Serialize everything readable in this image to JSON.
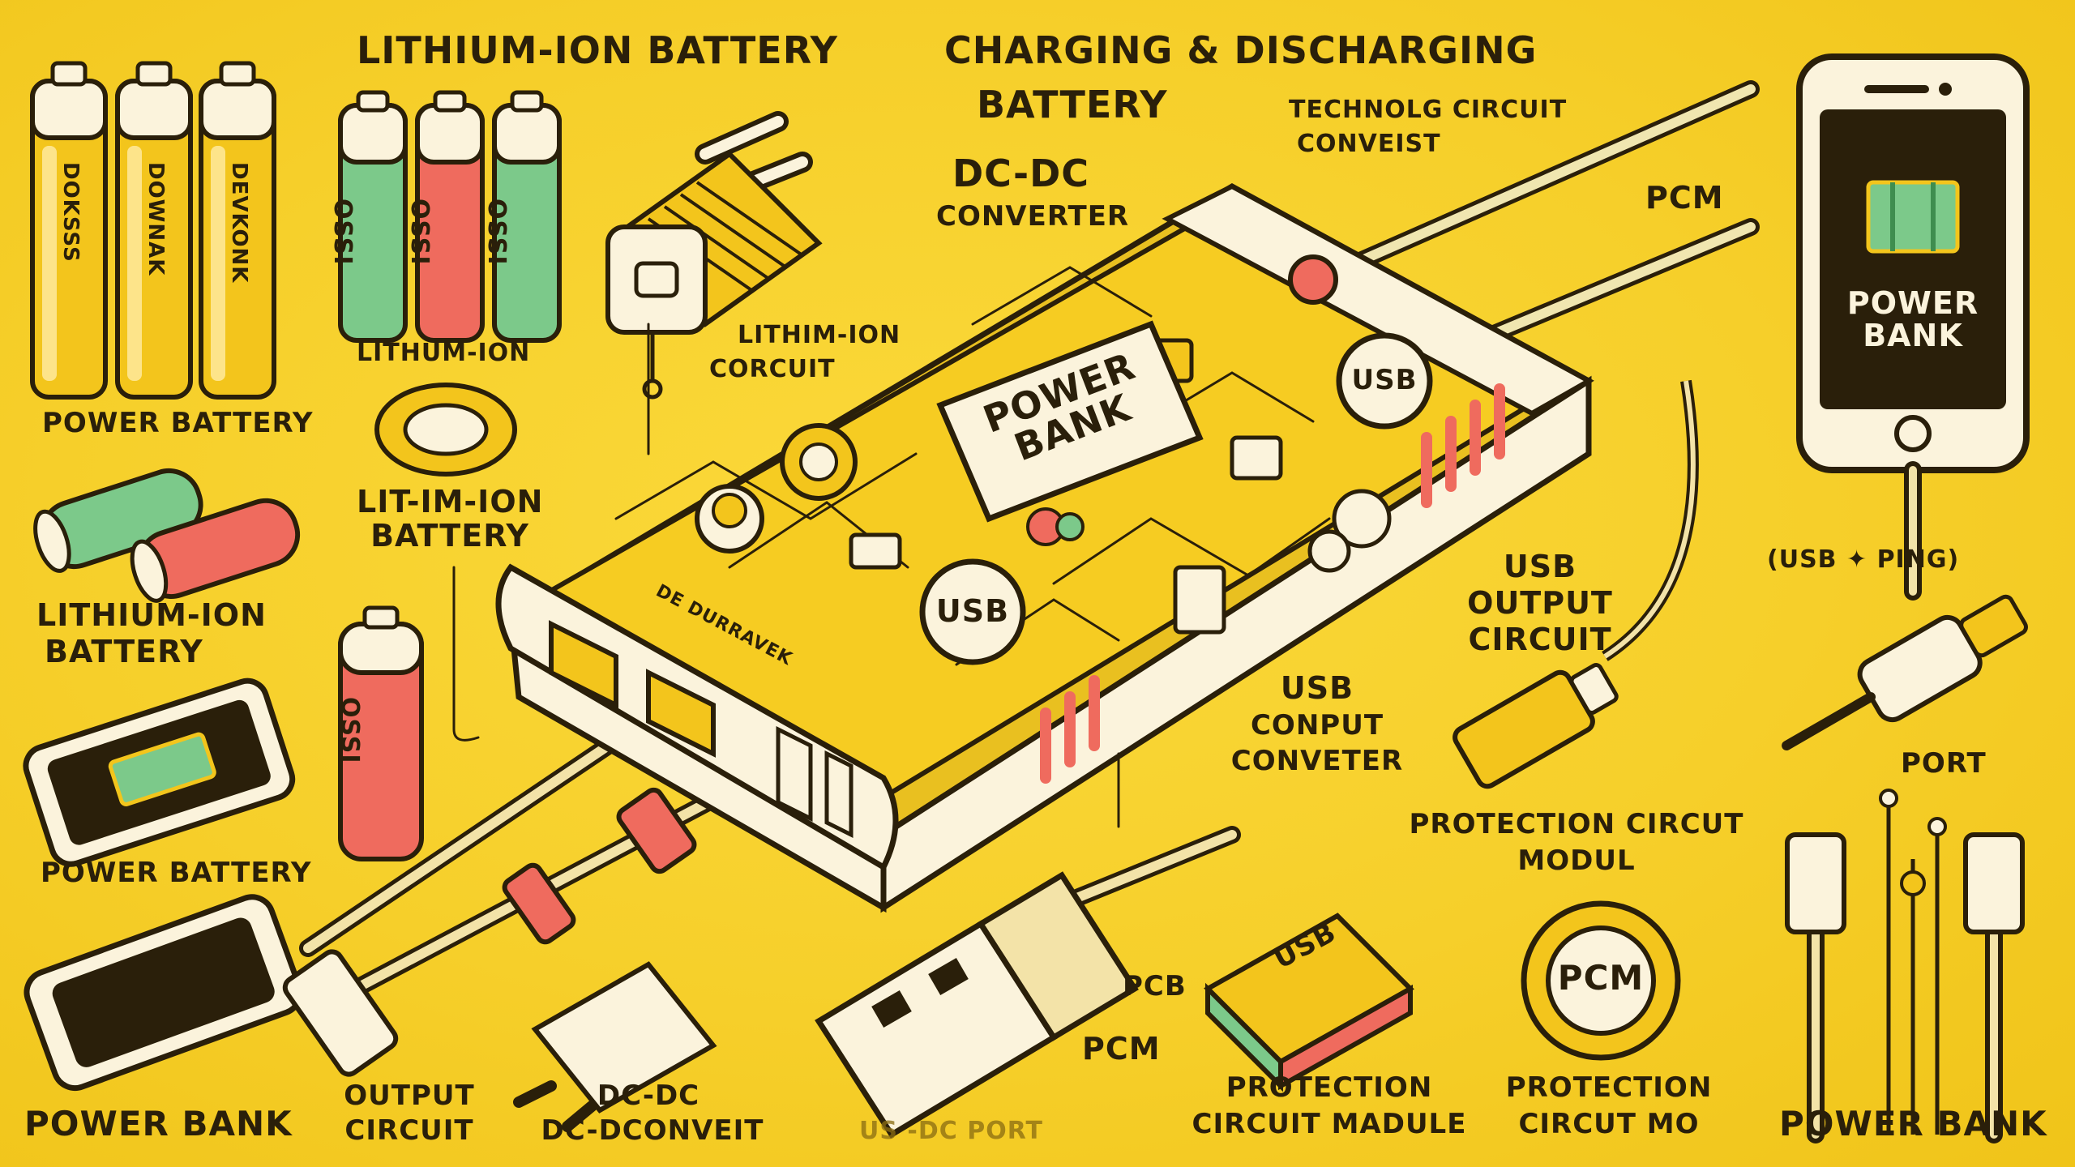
{
  "title": {
    "line_a": "LITHIUM-ION BATTERY",
    "line_b": "CHARGING & DISCHARGING",
    "line_c": "BATTERY"
  },
  "labels": {
    "technolg": "TECHNOLG CIRCUIT",
    "convest": "CONVEIST",
    "dcdc": "DC-DC",
    "converter": "CONVERTER",
    "pcm_top": "PCM",
    "lithium_circuit_1": "LITHIM-ION",
    "lithium_circuit_2": "CORCUIT",
    "lithium_ion_small": "LITHUM-ION",
    "power_battery_1": "POWER BATTERY",
    "litim_ion_1": "LIT-IM-ION",
    "litim_ion_2": "BATTERY",
    "lithium_ion_left_1": "LITHIUM-ION",
    "lithium_ion_left_2": "BATTERY",
    "power_battery_2": "POWER BATTERY",
    "power_bank_bottom_left": "POWER BANK",
    "output_circuit_1": "OUTPUT",
    "output_circuit_2": "CIRCUIT",
    "dcdc_bottom_1": "DC-DC",
    "dcdc_bottom_2": "DC-DCONVEIT",
    "us_dc_port": "US   -DC  PORT",
    "pcb": "PCB",
    "pcm_bottom": "PCM",
    "protection_module_1": "PROTECTION",
    "protection_module_2": "CIRCUIT MADULE",
    "protection_mo_1": "PROTECTION",
    "protection_mo_2": "CIRCUT MO",
    "usb_conput_1": "USB",
    "usb_conput_2": "CONPUT",
    "usb_conput_3": "CONVETER",
    "usb_output_1": "USB",
    "usb_output_2": "OUTPUT",
    "usb_output_3": "CIRCUIT",
    "usb_ping": "(USB ✦    PING)",
    "port": "PORT",
    "protection_circut_1": "PROTECTION CIRCUT",
    "protection_circut_2": "MODUL",
    "power_bank_bottom_right": "POWER BANK"
  },
  "device_text": {
    "main_line1": "POWER",
    "main_line2": "BANK",
    "usb_badge_1": "USB",
    "usb_badge_2": "USB",
    "side_print": "DE DURRAVEK",
    "phone_line1": "POWER",
    "phone_line2": "BANK",
    "gear_pcm": "PCM",
    "chip_usb": "USB",
    "cell_print": "OSSI",
    "battery_print_1": "DOKSSS",
    "battery_print_2": "DOWNAK",
    "battery_print_3": "DEVKONK"
  },
  "colors": {
    "background": "#f6cf2a",
    "ink": "#2a1f0a",
    "cream": "#fbf3dc",
    "red": "#ef6b5e",
    "green": "#7cc98a",
    "battery_yellow": "#f3c51c"
  }
}
